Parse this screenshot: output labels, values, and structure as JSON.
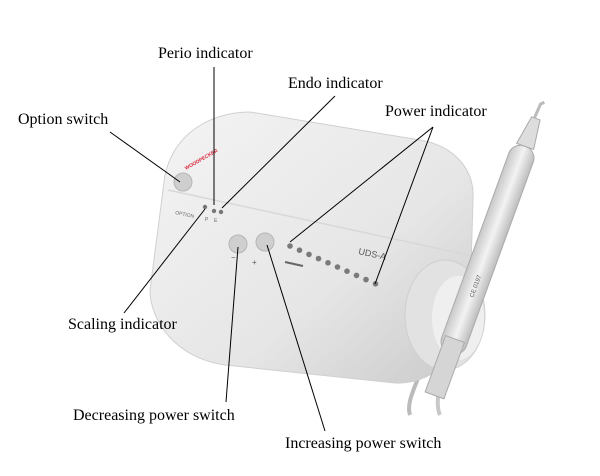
{
  "labels": {
    "perio": "Perio indicator",
    "endo": "Endo indicator",
    "option": "Option switch",
    "power": "Power indicator",
    "scaling": "Scaling indicator",
    "decrease": "Decreasing power switch",
    "increase": "Increasing power switch"
  },
  "device": {
    "brand": "WOODPECKER",
    "model": "UDS-A",
    "option_text": "OPTION",
    "p_text": "P",
    "e_text": "E",
    "minus": "−",
    "plus": "+",
    "ce_mark": "CE 0197",
    "brand_color": "#d8263a",
    "power_led_count": 10
  }
}
